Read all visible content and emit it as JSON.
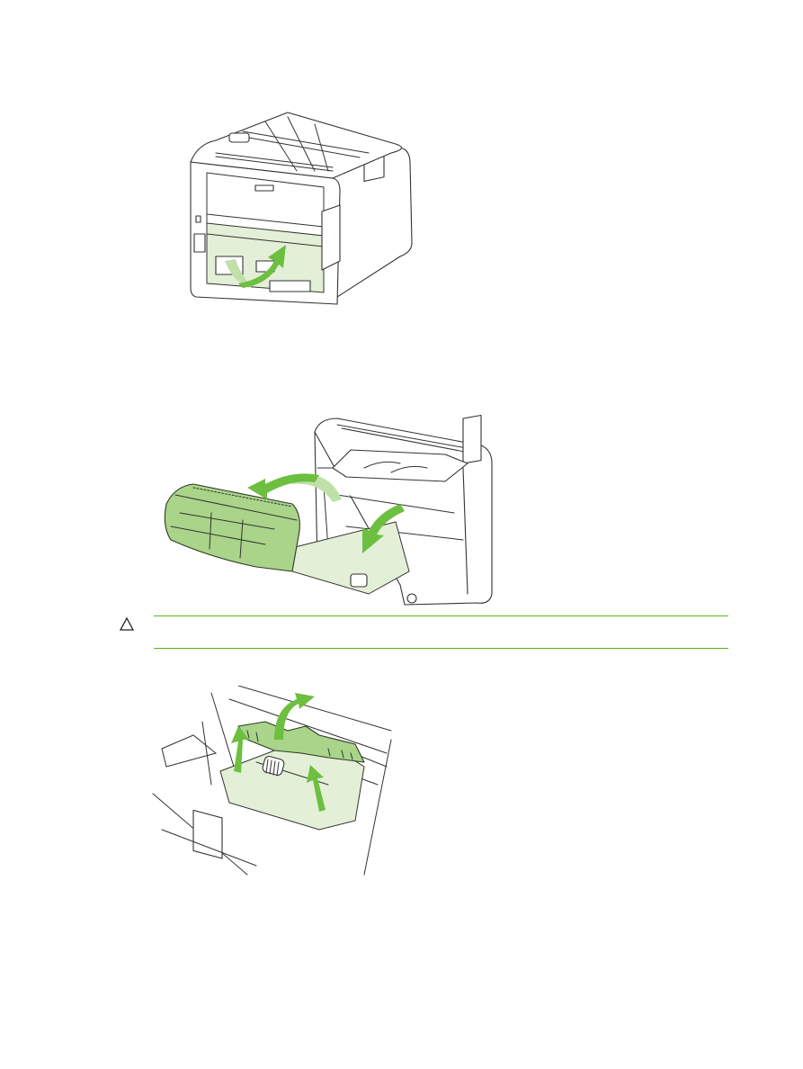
{
  "figures": [
    {
      "name": "rear-view-printer-jam-access",
      "description_icon": "printer-rear-door-illustration"
    },
    {
      "name": "front-view-remove-toner-cartridge",
      "description_icon": "printer-toner-cartridge-illustration"
    },
    {
      "name": "inside-printer-remove-jammed-paper",
      "description_icon": "printer-paper-path-illustration"
    }
  ],
  "caution": {
    "icon": "caution-triangle-icon",
    "text": ""
  },
  "colors": {
    "accent_green": "#5bb318",
    "highlight_green": "#6cbf3f",
    "paper_green": "#e3efd6"
  }
}
